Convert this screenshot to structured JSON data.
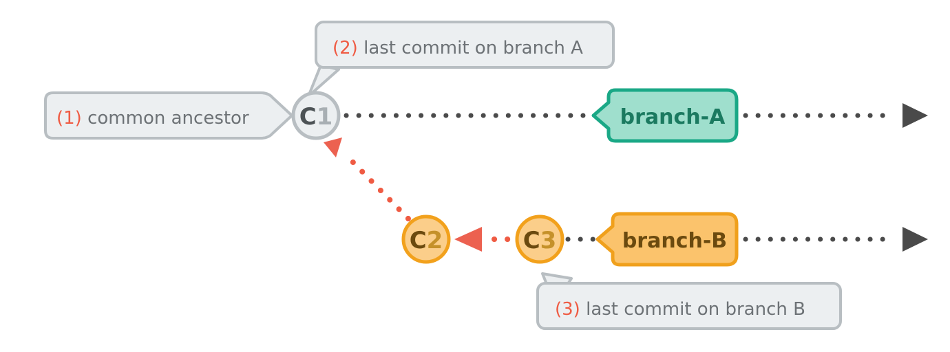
{
  "diagram": {
    "title": "git branch divergence diagram",
    "background": "#ffffff",
    "colors": {
      "callout_fill": "#eceff1",
      "callout_stroke": "#b8bec2",
      "callout_text": "#6d7276",
      "callout_number": "#ef5b43",
      "dot_dark": "#4a4a4a",
      "arrow_dark": "#4a4a4a",
      "red_accent": "#ef5b43",
      "c1_fill": "#eceff1",
      "c1_stroke": "#b8bec2",
      "c1_letter": "#4d5356",
      "c1_digit": "#a8afb3",
      "commit_orange_fill": "#fbce8a",
      "commit_orange_stroke": "#f2a11c",
      "commit_letter_dark": "#6b4a0f",
      "commit_digit_light": "#c5912a",
      "branch_a_fill": "#9fdfcd",
      "branch_a_stroke": "#1aa886",
      "branch_a_text": "#1b7a60",
      "branch_b_fill": "#fbc36c",
      "branch_b_stroke": "#f0a01c",
      "branch_b_text": "#6b4a0f"
    },
    "callouts": [
      {
        "id": "callout-1",
        "number": "(1)",
        "text": " common ancestor",
        "full": "(1) common ancestor",
        "tail": "right"
      },
      {
        "id": "callout-2",
        "number": "(2)",
        "text": " last commit on branch A",
        "full": "(2) last commit on branch A",
        "tail": "bottom-left"
      },
      {
        "id": "callout-3",
        "number": "(3)",
        "text": " last commit on branch B",
        "full": "(3) last commit on branch B",
        "tail": "top-left"
      }
    ],
    "commits": [
      {
        "id": "c1",
        "letter": "C",
        "digit": "1",
        "label": "C1",
        "branch": "common"
      },
      {
        "id": "c2",
        "letter": "C",
        "digit": "2",
        "label": "C2",
        "branch": "B"
      },
      {
        "id": "c3",
        "letter": "C",
        "digit": "3",
        "label": "C3",
        "branch": "B"
      }
    ],
    "branch_tags": [
      {
        "id": "branch-a",
        "label": "branch-A",
        "row": "top"
      },
      {
        "id": "branch-b",
        "label": "branch-B",
        "row": "bottom"
      }
    ],
    "connections": [
      {
        "id": "merge-arrow",
        "from": "C2",
        "to": "C1",
        "style": "dotted",
        "color": "#ef5b43"
      },
      {
        "id": "c3-to-c2-arrow",
        "from": "C3",
        "to": "C2",
        "style": "dotted",
        "color": "#ef5b43"
      }
    ]
  }
}
